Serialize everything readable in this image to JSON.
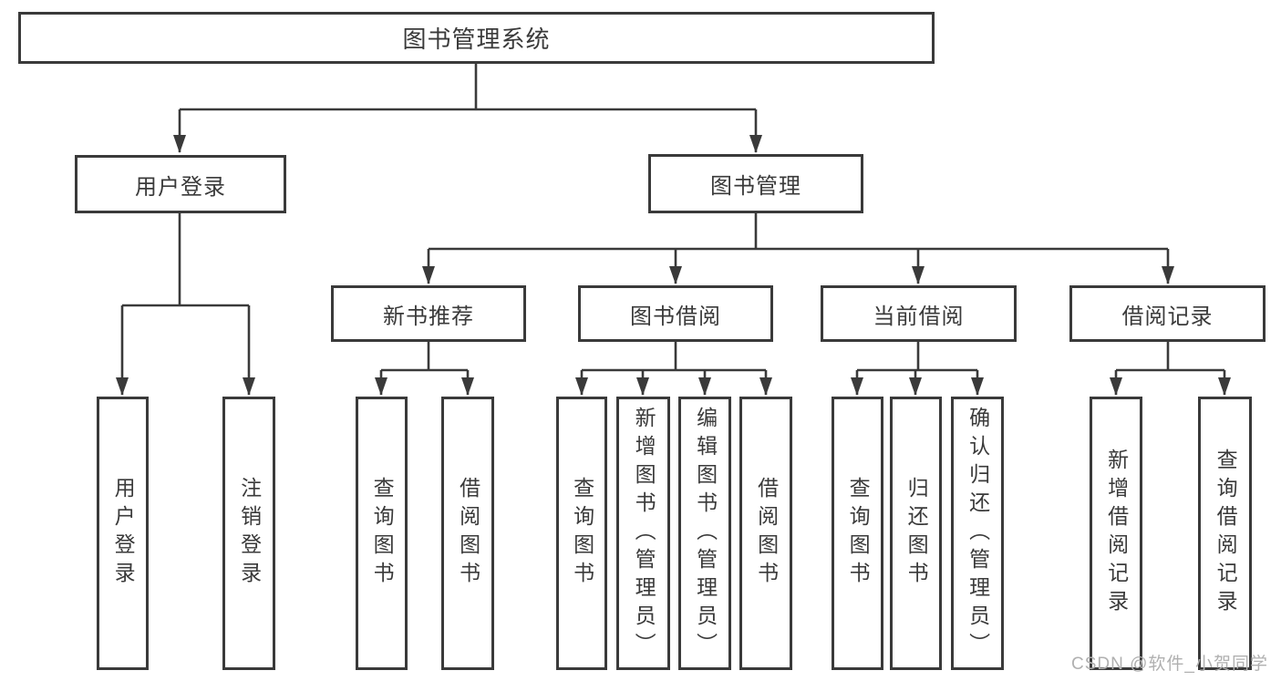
{
  "canvas": {
    "background_color": "#ffffff",
    "line_color": "#3a3a3a",
    "box_border_color": "#3a3a3a",
    "text_color": "#3a3a3a"
  },
  "diagram": {
    "root": {
      "label": "图书管理系统"
    },
    "level2": [
      {
        "label": "用户登录"
      },
      {
        "label": "图书管理"
      }
    ],
    "level3": [
      {
        "label": "新书推荐"
      },
      {
        "label": "图书借阅"
      },
      {
        "label": "当前借阅"
      },
      {
        "label": "借阅记录"
      }
    ],
    "leaves": {
      "login": [
        {
          "label": "用户登录"
        },
        {
          "label": "注销登录"
        }
      ],
      "new_books": [
        {
          "label": "查询图书"
        },
        {
          "label": "借阅图书"
        }
      ],
      "borrow": [
        {
          "label": "查询图书"
        },
        {
          "label": "新增图书（管理员）"
        },
        {
          "label": "编辑图书（管理员）"
        },
        {
          "label": "借阅图书"
        }
      ],
      "current": [
        {
          "label": "查询图书"
        },
        {
          "label": "归还图书"
        },
        {
          "label": "确认归还（管理员）"
        }
      ],
      "records": [
        {
          "label": "新增借阅记录"
        },
        {
          "label": "查询借阅记录"
        }
      ]
    }
  },
  "watermark": {
    "text": "CSDN @软件_小贺同学",
    "color": "#b0b0b0"
  }
}
